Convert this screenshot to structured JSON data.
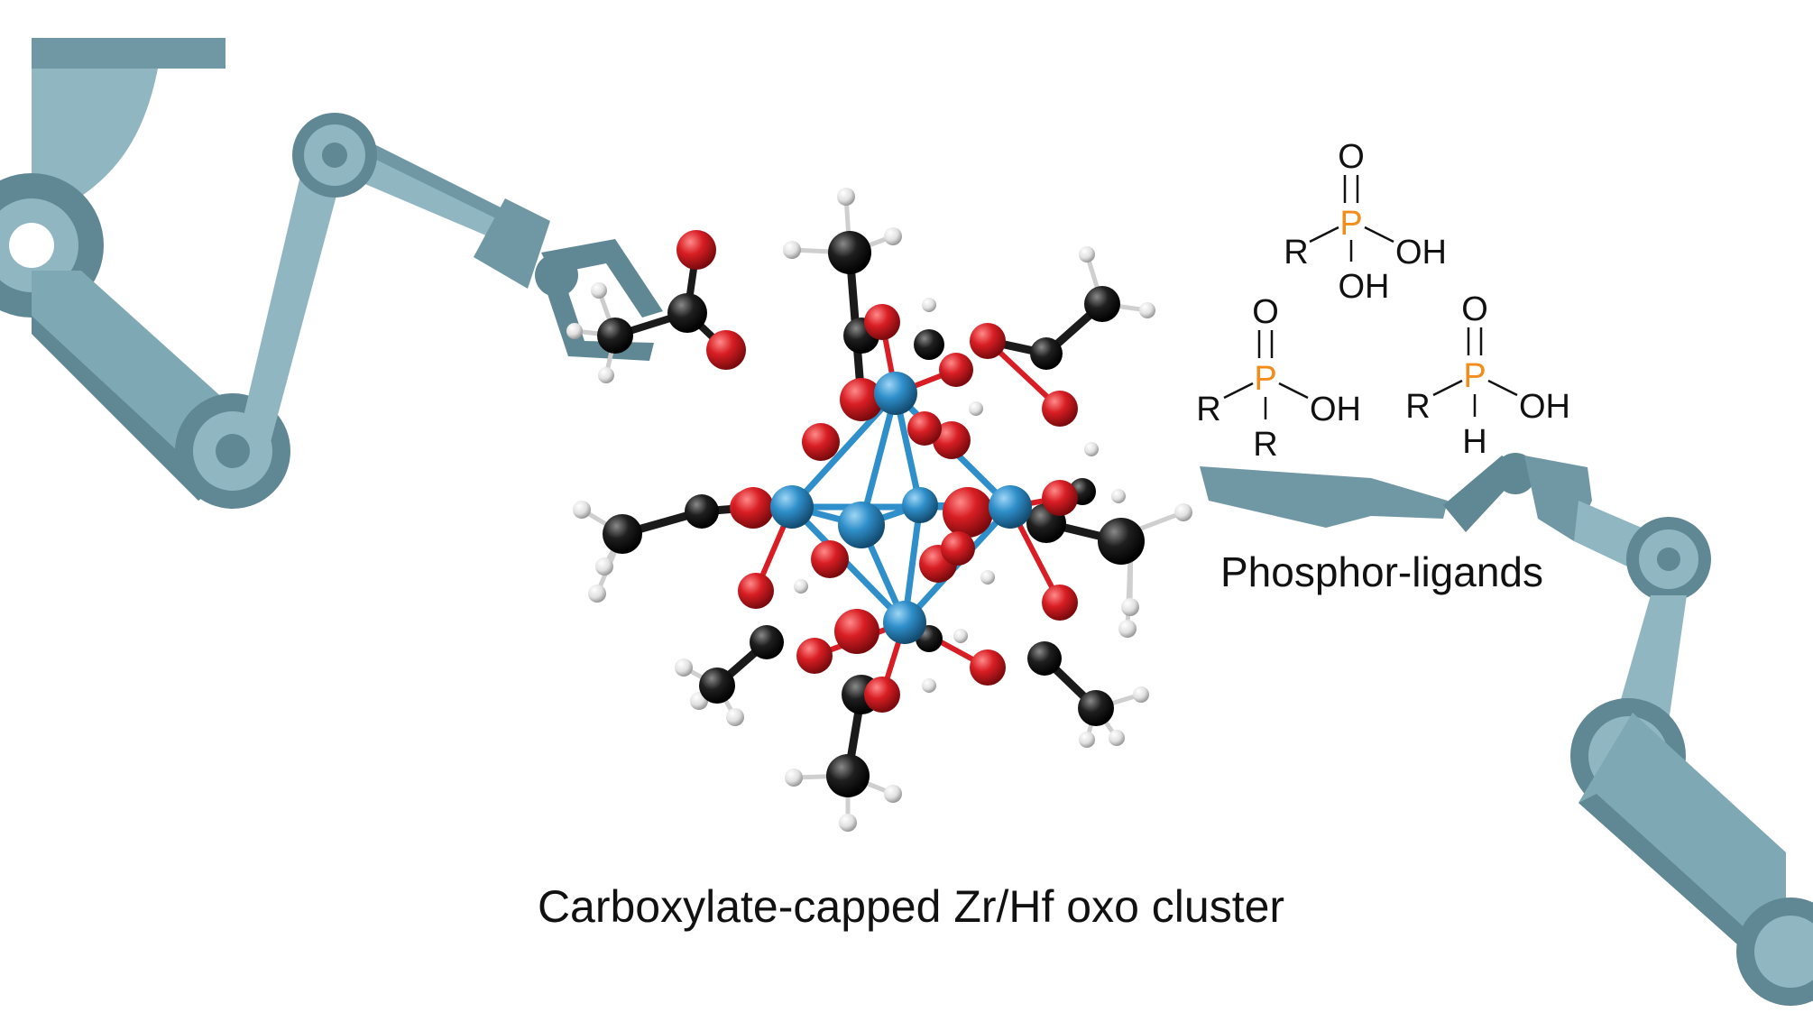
{
  "figure": {
    "cluster_caption": "Carboxylate-capped Zr/Hf oxo cluster",
    "ligands_caption": "Phosphor-ligands"
  },
  "structures": {
    "phosphonic_acid": {
      "o_top": "O",
      "p": "P",
      "r": "R",
      "oh_right": "OH",
      "oh_bottom": "OH"
    },
    "phosphinic_acid": {
      "o_top": "O",
      "p": "P",
      "r_left": "R",
      "oh_right": "OH",
      "r_bottom": "R"
    },
    "h_phosphinic_acid": {
      "o_top": "O",
      "p": "P",
      "r_left": "R",
      "oh_right": "OH",
      "h_bottom": "H"
    }
  },
  "colors": {
    "robot_arm": "#8fb6c1",
    "robot_arm_dark": "#5f8894",
    "phosphorus": "#f28c1a",
    "zirconium": "#2f8fca",
    "oxygen": "#d81e24",
    "carbon": "#1a1a1a",
    "hydrogen": "#e8e8e8"
  }
}
